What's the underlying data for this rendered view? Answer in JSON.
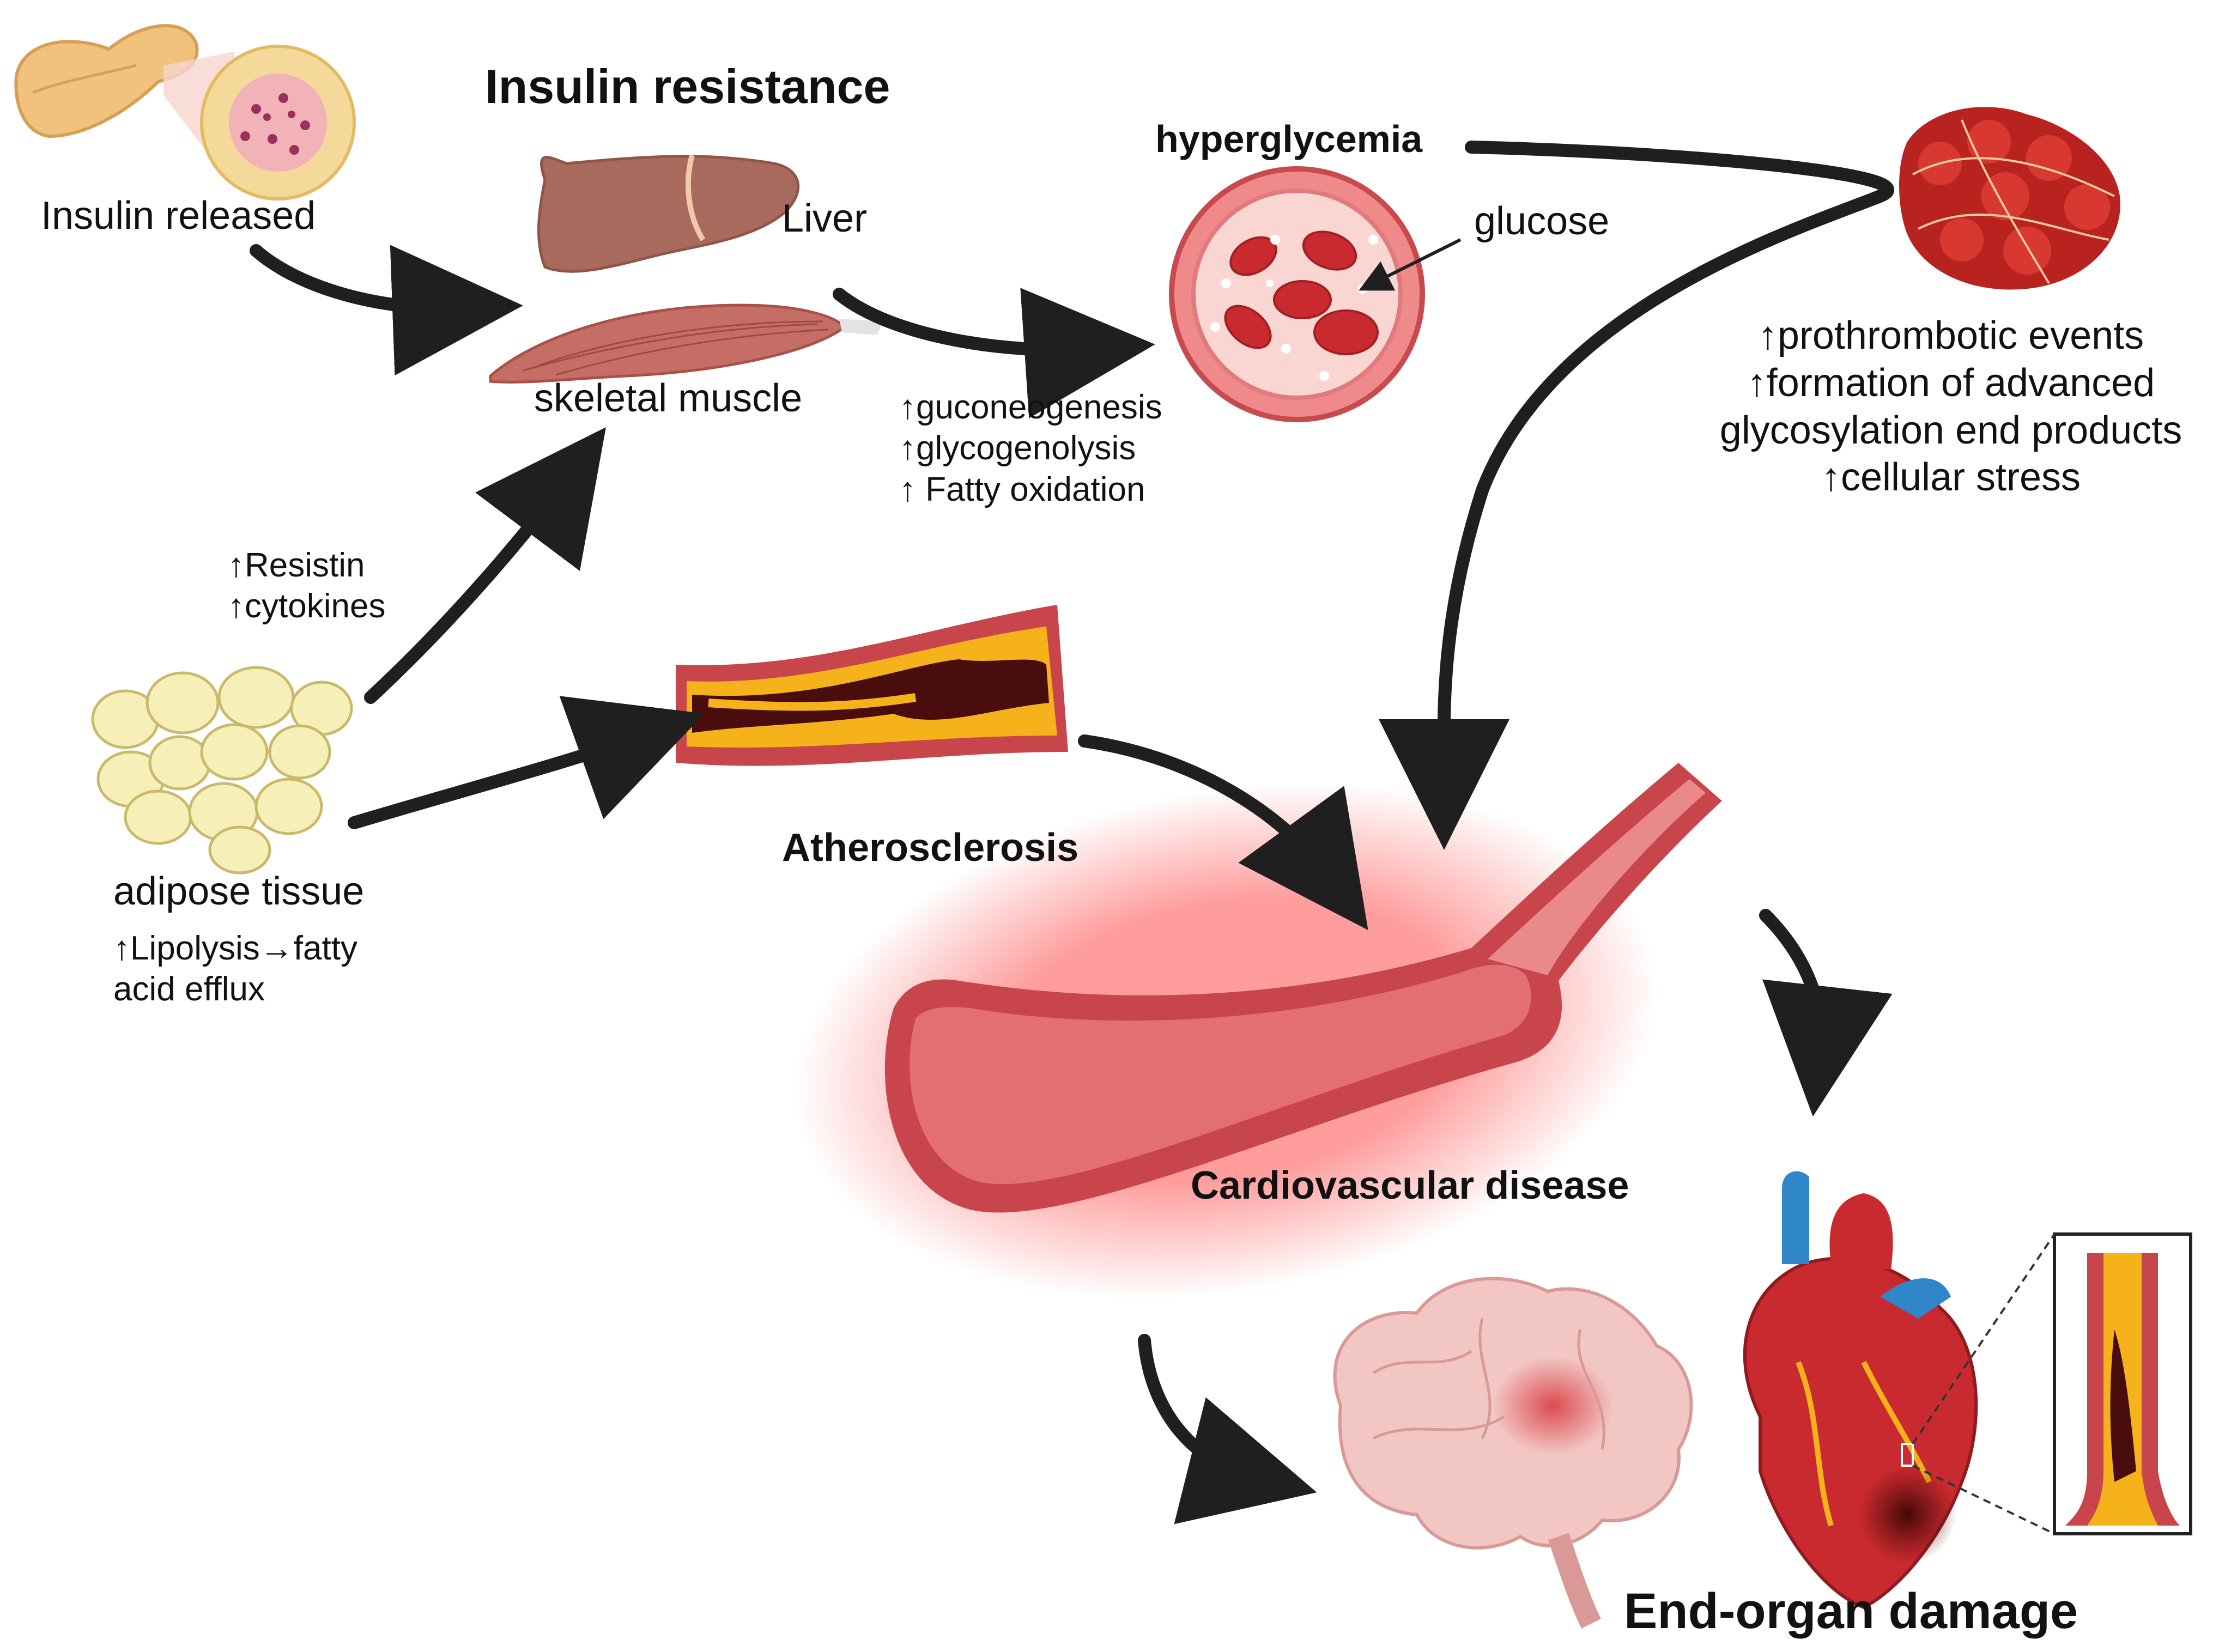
{
  "colors": {
    "arrow": "#1f1f1f",
    "vessel_wall": "#c8464b",
    "vessel_lumen": "#e46f73",
    "plaque": "#f5b21b",
    "blood_cell": "#c92a2f",
    "fat_cell": "#f6efb8",
    "liver": "#a86a5c",
    "muscle": "#c56e66",
    "artery_blue": "#2f86c8",
    "glow": "#ff5a5a"
  },
  "labels": {
    "insulin_resistance": "Insulin resistance",
    "insulin_released": "Insulin released",
    "liver": "Liver",
    "skeletal_muscle": "skeletal muscle",
    "hyperglycemia": "hyperglycemia",
    "glucose": "glucose",
    "hepatic_effects": [
      "↑guconeogenesis",
      "↑glycogenolysis",
      "↑ Fatty oxidation"
    ],
    "clot_effects": [
      "↑prothrombotic events",
      "↑formation of advanced",
      "glycosylation end products",
      "↑cellular stress"
    ],
    "adipokines": [
      "↑Resistin",
      "↑cytokines"
    ],
    "adipose_tissue": "adipose tissue",
    "lipolysis": [
      "↑Lipolysis→fatty",
      "acid efflux"
    ],
    "atherosclerosis": "Atherosclerosis",
    "cardiovascular_disease": "Cardiovascular disease",
    "end_organ_damage": "End-organ damage"
  }
}
